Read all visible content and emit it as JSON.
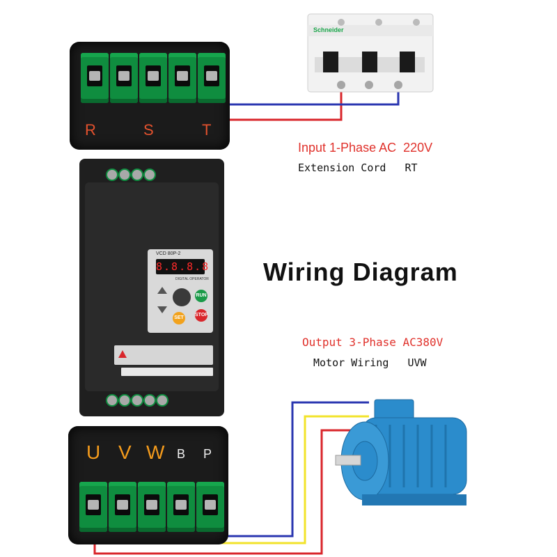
{
  "input": {
    "terminals": [
      "R",
      "S",
      "T"
    ],
    "heading": "Input 1-Phase AC  220V",
    "subtext": "Extension Cord   RT"
  },
  "breaker_brand": "Schneider",
  "title": "Wiring Diagram",
  "inverter": {
    "model": "VCD 80P-2",
    "display": "8.8.8.8",
    "operator_label": "DIGITAL OPERATOR",
    "buttons": [
      "RUN",
      "SET",
      "STOP"
    ]
  },
  "output": {
    "terminals": [
      "U",
      "V",
      "W",
      "B",
      "P"
    ],
    "heading": "Output 3-Phase AC380V",
    "subtext": "Motor Wiring   UVW"
  },
  "colors": {
    "red_wire": "#d9262b",
    "blue_wire": "#2a36b0",
    "yellow_wire": "#f2e32a",
    "terminal_green": "#0f8d3f",
    "motor_blue": "#2b8ccc",
    "heading_red": "#e0312b"
  }
}
